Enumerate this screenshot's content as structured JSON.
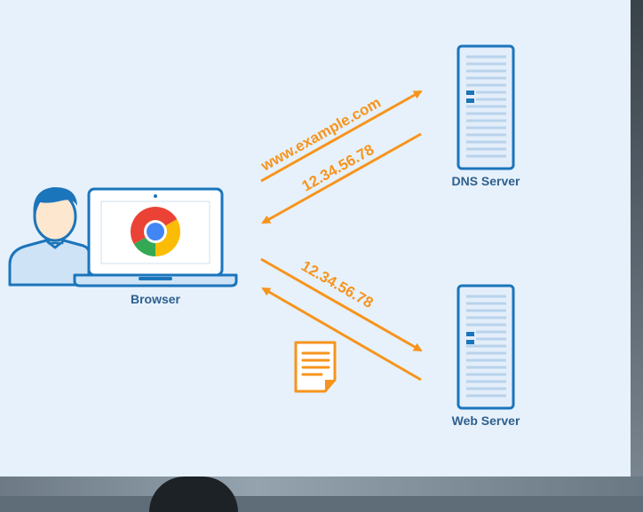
{
  "nodes": {
    "browser": {
      "label": "Browser"
    },
    "dns_server": {
      "label": "DNS Server"
    },
    "web_server": {
      "label": "Web Server"
    }
  },
  "arrows": {
    "query_to_dns": {
      "label": "www.example.com"
    },
    "reply_from_dns": {
      "label": "12.34.56.78"
    },
    "request_to_web": {
      "label": "12.34.56.78"
    }
  },
  "colors": {
    "background": "#e6f1fb",
    "outline_blue": "#1b75bb",
    "arrow_orange": "#f7941d",
    "label_text": "#2f5f8e"
  }
}
